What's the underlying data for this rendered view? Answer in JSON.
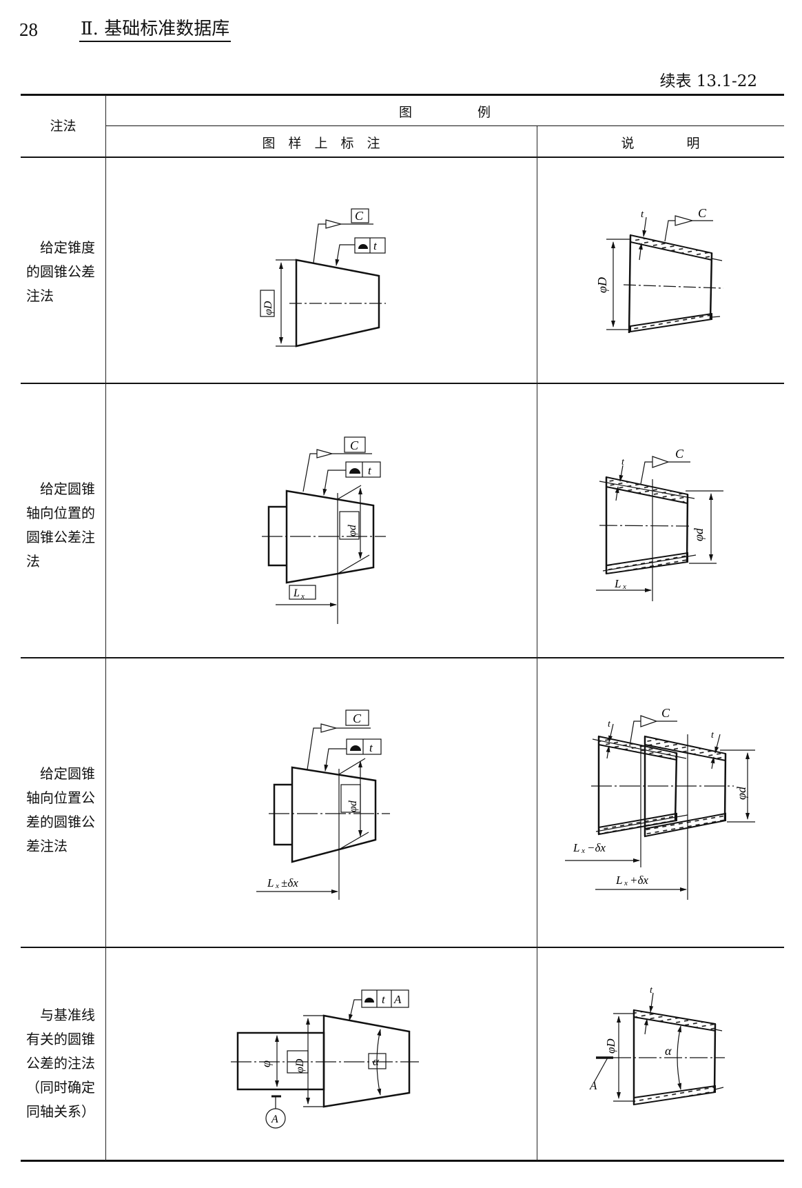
{
  "header": {
    "page_number": "28",
    "section_title": "Ⅱ. 基础标准数据库",
    "table_caption": "续表 13.1-22"
  },
  "table": {
    "col_header_method": "注法",
    "col_header_example": "图　　　　　例",
    "sub_header_drawing": "图　样　上　标　注",
    "sub_header_explanation": "说　　　　明",
    "rows": [
      {
        "label_lines": [
          "给定锥度",
          "的圆锥公差",
          "注法"
        ],
        "drawing": {
          "labels": [
            "C",
            "t",
            "φD"
          ],
          "symbol": "profile-of-surface"
        },
        "explanation": {
          "labels": [
            "t",
            "C",
            "φD"
          ]
        }
      },
      {
        "label_lines": [
          "给定圆锥",
          "轴向位置的",
          "圆锥公差注",
          "法"
        ],
        "drawing": {
          "labels": [
            "C",
            "t",
            "φdx",
            "Lx"
          ],
          "symbol": "profile-of-surface"
        },
        "explanation": {
          "labels": [
            "t",
            "C",
            "φdx",
            "Lx"
          ]
        }
      },
      {
        "label_lines": [
          "给定圆锥",
          "轴向位置公",
          "差的圆锥公",
          "差注法"
        ],
        "drawing": {
          "labels": [
            "C",
            "t",
            "φdx",
            "Lx±δx"
          ],
          "symbol": "profile-of-surface"
        },
        "explanation": {
          "labels": [
            "t",
            "C",
            "t",
            "φdx",
            "Lx−δx",
            "Lx+δx"
          ]
        }
      },
      {
        "label_lines": [
          "与基准线",
          "有关的圆锥",
          "公差的注法",
          "（同时确定",
          "同轴关系）"
        ],
        "drawing": {
          "labels": [
            "t",
            "A",
            "φ",
            "φD",
            "α",
            "A"
          ],
          "symbol": "profile-of-surface"
        },
        "explanation": {
          "labels": [
            "t",
            "φD",
            "α",
            "A"
          ]
        }
      }
    ]
  },
  "svg_labels": {
    "C": "C",
    "t": "t",
    "A": "A",
    "phiD": "φD",
    "phi": "φ",
    "phidx": "φd",
    "x": "x",
    "L": "L",
    "alpha": "α",
    "pm": "±δx",
    "minus": "−δx",
    "plus": "+δx"
  }
}
